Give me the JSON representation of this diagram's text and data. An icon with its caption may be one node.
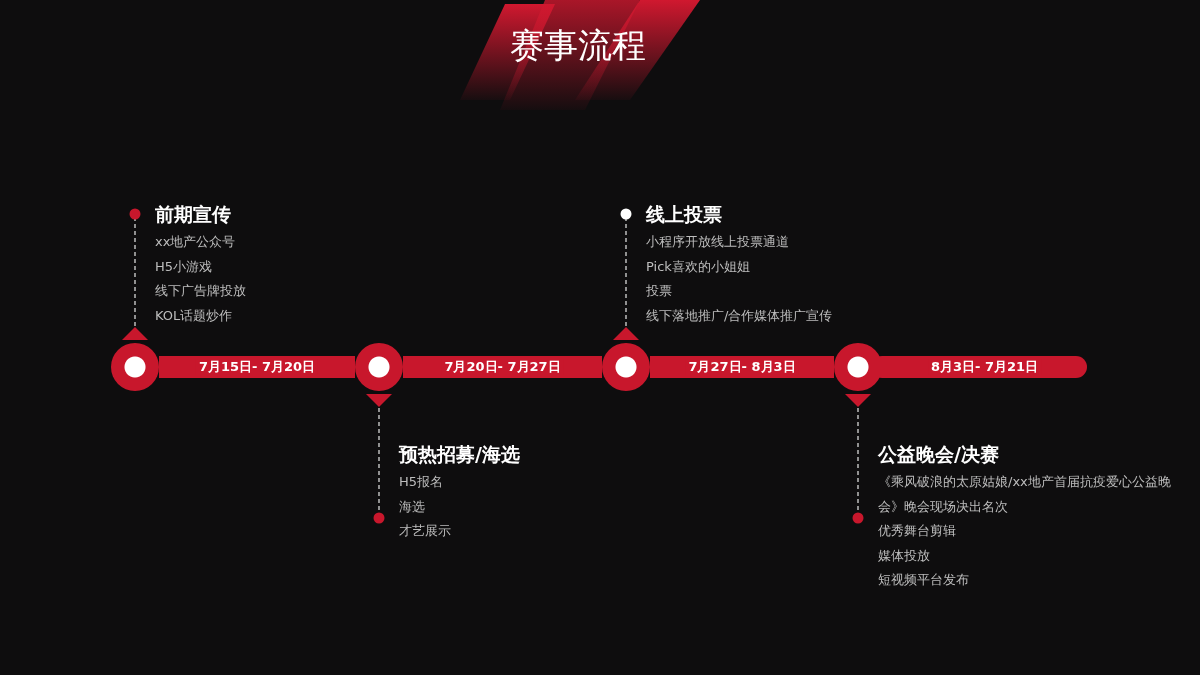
{
  "diagram": {
    "title": "赛事流程",
    "nodes": [
      {
        "text": [],
        "shape": "circle"
      },
      {
        "text": [],
        "shape": "circle"
      },
      {
        "text": [],
        "shape": "circle"
      },
      {
        "text": [],
        "shape": "circle"
      },
      {
        "text": [
          "前期宣传",
          "xx地产公众号",
          "H5小游戏",
          "线下广告牌投放",
          "KOL话题炒作"
        ]
      },
      {
        "text": [
          "预热招募/海选",
          "H5报名",
          "海选",
          "才艺展示"
        ]
      },
      {
        "text": [
          "线上投票",
          "小程序开放线上投票通道",
          "Pick喜欢的小姐姐",
          "投票",
          "线下落地推广/合作媒体推广宣传"
        ]
      },
      {
        "text": [
          "公益晚会/决赛",
          "《乘风破浪的太原姑娘/xx地产首届抗疫爱心公益晚会》晚会现场决出名次",
          "优秀舞台剪辑",
          "媒体投放",
          "短视频平台发布"
        ]
      }
    ],
    "edges": [
      {
        "from": 0,
        "to": 1,
        "arrow": "none",
        "label": "7月15日- 7月20日",
        "style": "thick",
        "color": "#c8172c"
      },
      {
        "from": 1,
        "to": 2,
        "arrow": "none",
        "label": "7月20日- 7月27日",
        "style": "thick",
        "color": "#c8172c"
      },
      {
        "from": 2,
        "to": 3,
        "arrow": "none",
        "label": "7月27日- 8月3日",
        "style": "thick",
        "color": "#c8172c"
      },
      {
        "from": 3,
        "to": null,
        "arrow": "none",
        "label": "8月3日- 7月21日",
        "style": "thick",
        "color": "#c8172c"
      },
      {
        "from": 0,
        "to": 4,
        "arrow": "other",
        "style": "dashed",
        "color": "#d8d8d8"
      },
      {
        "from": 1,
        "to": 5,
        "arrow": "other",
        "style": "dashed",
        "color": "#d8d8d8"
      },
      {
        "from": 2,
        "to": 6,
        "arrow": "other",
        "style": "dashed",
        "color": "#d8d8d8"
      },
      {
        "from": 3,
        "to": 7,
        "arrow": "other",
        "style": "dashed",
        "color": "#d8d8d8"
      }
    ]
  }
}
